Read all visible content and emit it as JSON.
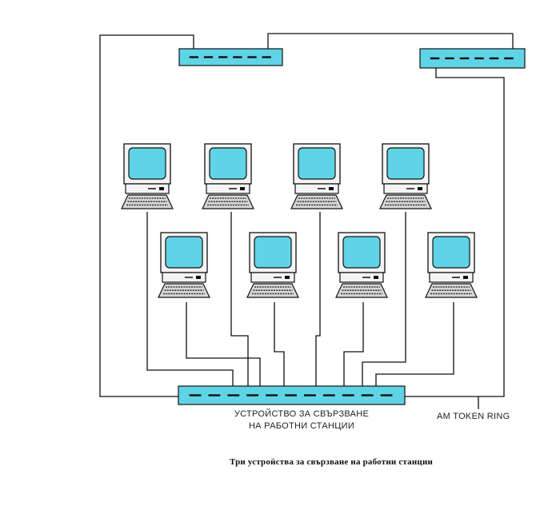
{
  "labels": {
    "hub_line1": "УСТРОЙСТВО ЗА СВЪРЗВАНЕ",
    "hub_line2": "НА РАБОТНИ СТАНЦИИ",
    "ring": "AM TOKEN RING",
    "caption": "Три устройства за свързване на работни станции"
  },
  "colors": {
    "screen": "#5fd4e6",
    "hub": "#5fd4e6",
    "line": "#111111",
    "keyboard": "#d8d8d8",
    "body": "#f4f4f4"
  },
  "diagram": {
    "hubs": [
      {
        "name": "hub-top-left",
        "ports": 6
      },
      {
        "name": "hub-top-right",
        "ports": 6
      },
      {
        "name": "hub-bottom",
        "ports": 11
      }
    ],
    "workstations": 8
  }
}
